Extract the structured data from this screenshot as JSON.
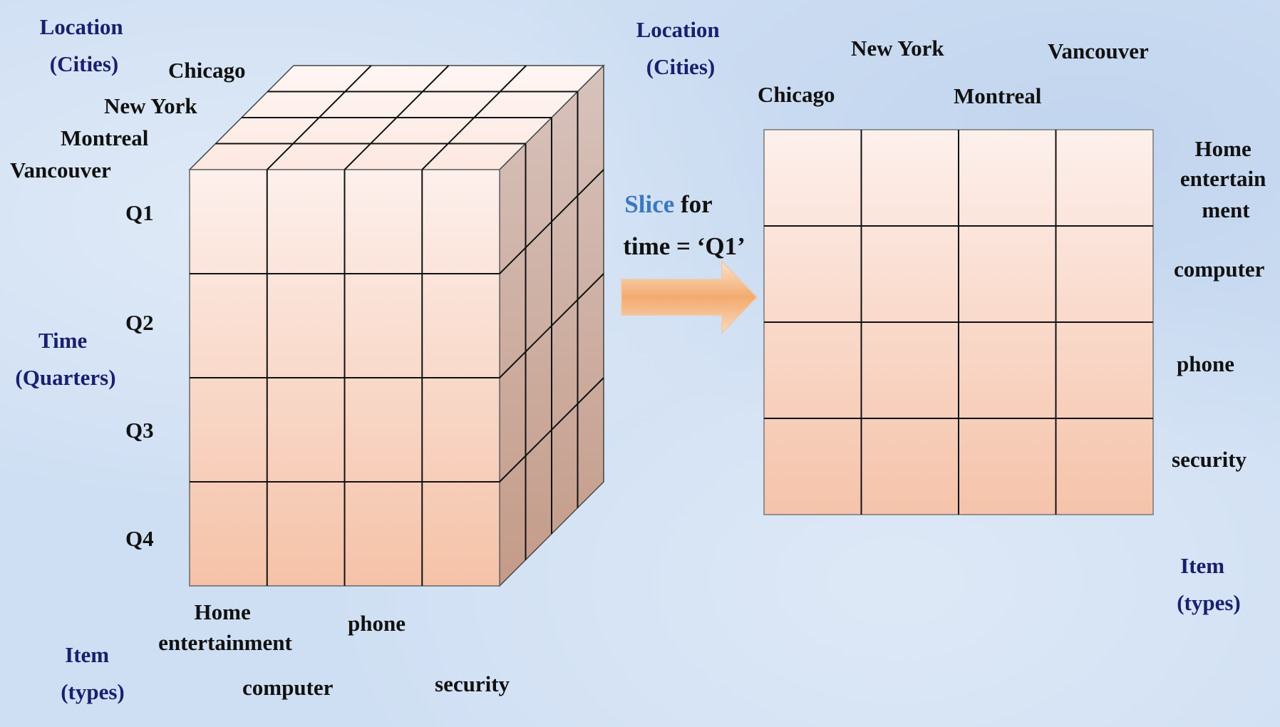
{
  "cube": {
    "location_title": [
      "Location",
      "(Cities)"
    ],
    "cities": [
      "Chicago",
      "New York",
      "Montreal",
      "Vancouver"
    ],
    "time_title": [
      "Time",
      "(Quarters)"
    ],
    "quarters": [
      "Q1",
      "Q2",
      "Q3",
      "Q4"
    ],
    "item_title": [
      "Item",
      "(types)"
    ],
    "items": {
      "home": [
        "Home",
        "entertainment"
      ],
      "phone": "phone",
      "computer": "computer",
      "security": "security"
    }
  },
  "arrow": {
    "slice_word": "Slice",
    "for_word": " for",
    "condition": "time = ‘Q1’"
  },
  "slice": {
    "location_title": [
      "Location",
      "(Cities)"
    ],
    "cities": [
      "Chicago",
      "New York",
      "Montreal",
      "Vancouver"
    ],
    "items": {
      "home": [
        "Home",
        "entertain",
        "ment"
      ],
      "computer": "computer",
      "phone": "phone",
      "security": "security"
    },
    "item_title": [
      "Item",
      "(types)"
    ]
  },
  "colors": {
    "label_navy": "#1a1f6e",
    "label_black": "#111111",
    "slice_blue": "#3b78c2",
    "cell_top": "#fdf0ec",
    "cell_bottom": "#f5c3aa"
  }
}
